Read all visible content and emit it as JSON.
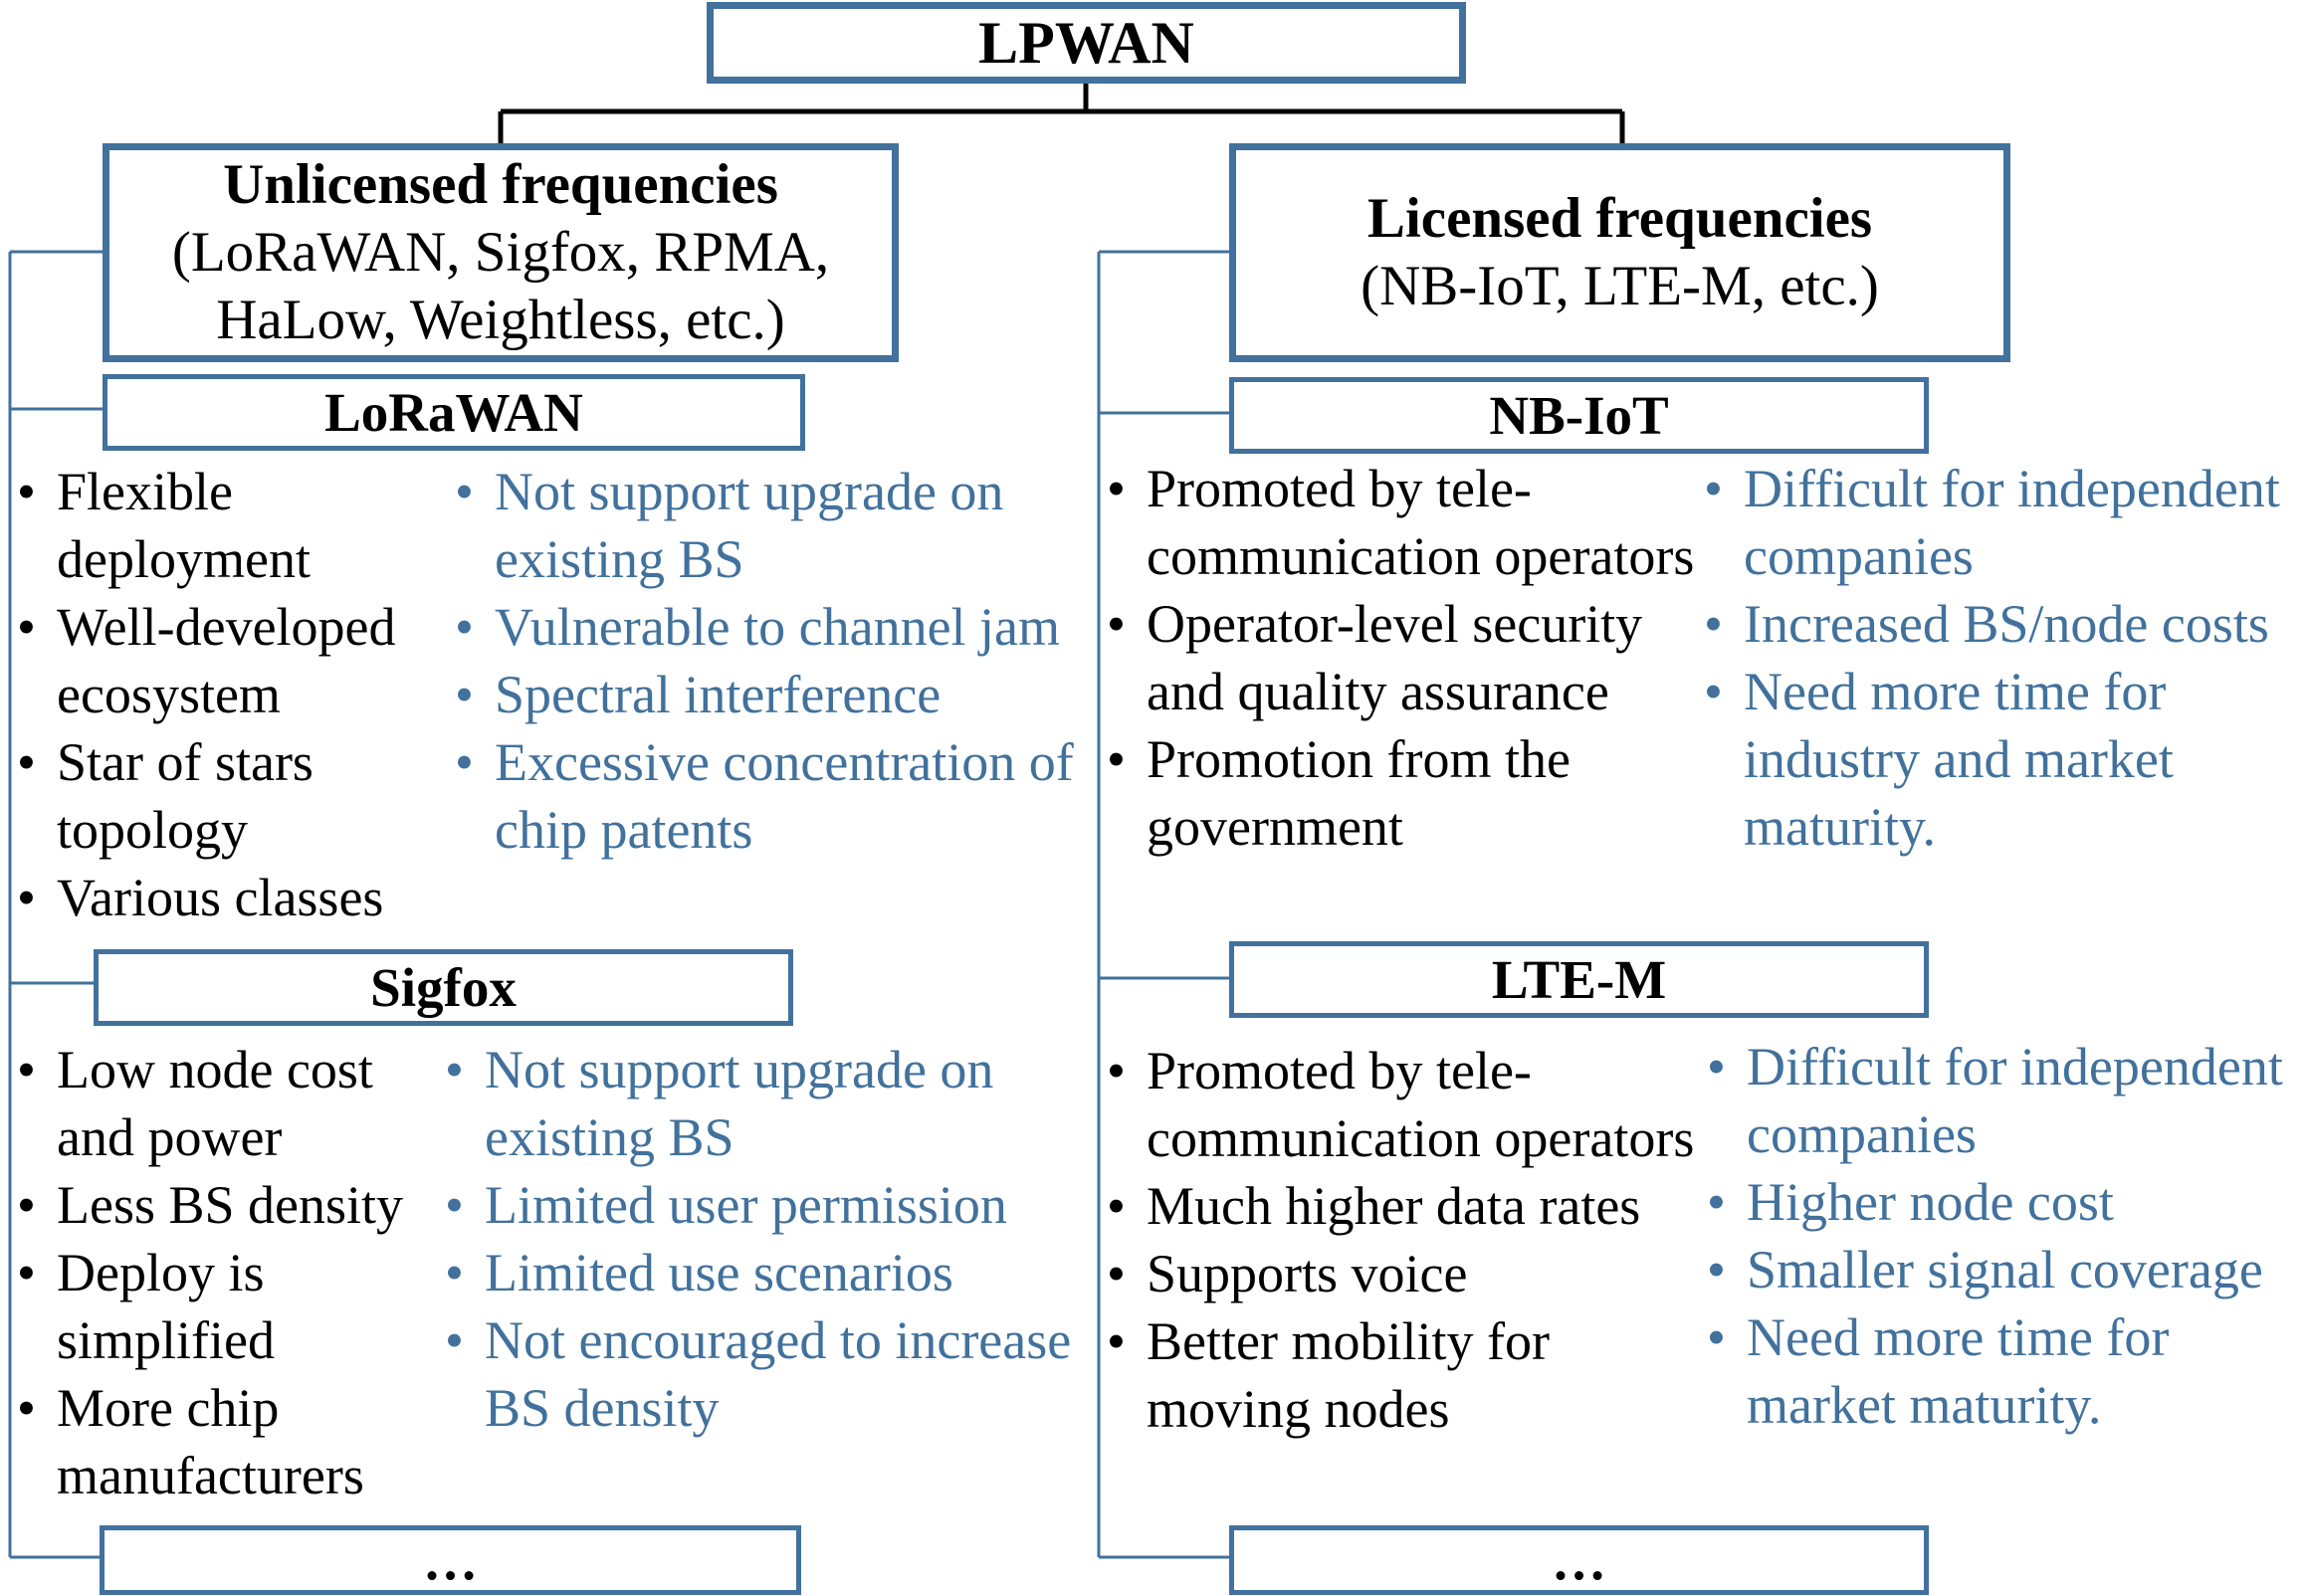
{
  "root": {
    "label": "LPWAN"
  },
  "unlicensed": {
    "title": "Unlicensed frequencies",
    "examples_line1": "(LoRaWAN, Sigfox, RPMA,",
    "examples_line2": "HaLow, Weightless, etc.)",
    "technologies": [
      {
        "name": "LoRaWAN",
        "advantages": [
          "Flexible deployment",
          "Well-developed ecosystem",
          "Star of stars topology",
          "Various classes"
        ],
        "disadvantages": [
          "Not support upgrade on existing BS",
          "Vulnerable to channel jam",
          "Spectral interference",
          "Excessive concentration of chip patents"
        ]
      },
      {
        "name": "Sigfox",
        "advantages": [
          "Low node cost and power",
          "Less BS density",
          "Deploy is simplified",
          "More chip manufacturers"
        ],
        "disadvantages": [
          "Not support upgrade on existing BS",
          "Limited user permission",
          "Limited use scenarios",
          "Not encouraged to increase BS density"
        ]
      },
      {
        "name": "…"
      }
    ]
  },
  "licensed": {
    "title": "Licensed frequencies",
    "examples_line1": "(NB-IoT, LTE-M, etc.)",
    "technologies": [
      {
        "name": "NB-IoT",
        "advantages": [
          "Promoted by tele-communication operators",
          "Operator-level security and quality assurance",
          "Promotion from the government"
        ],
        "disadvantages": [
          "Difficult for independent companies",
          "Increased BS/node costs",
          "Need more time for industry and market maturity."
        ]
      },
      {
        "name": "LTE-M",
        "advantages": [
          "Promoted by tele-communication operators",
          "Much higher data rates",
          "Supports voice",
          "Better mobility for moving nodes"
        ],
        "disadvantages": [
          "Difficult for independent companies",
          "Higher node cost",
          "Smaller signal coverage",
          "Need more time for market maturity."
        ]
      },
      {
        "name": "…"
      }
    ]
  },
  "colors": {
    "accent": "#41719c",
    "text": "#000000",
    "connector": "#000000"
  }
}
